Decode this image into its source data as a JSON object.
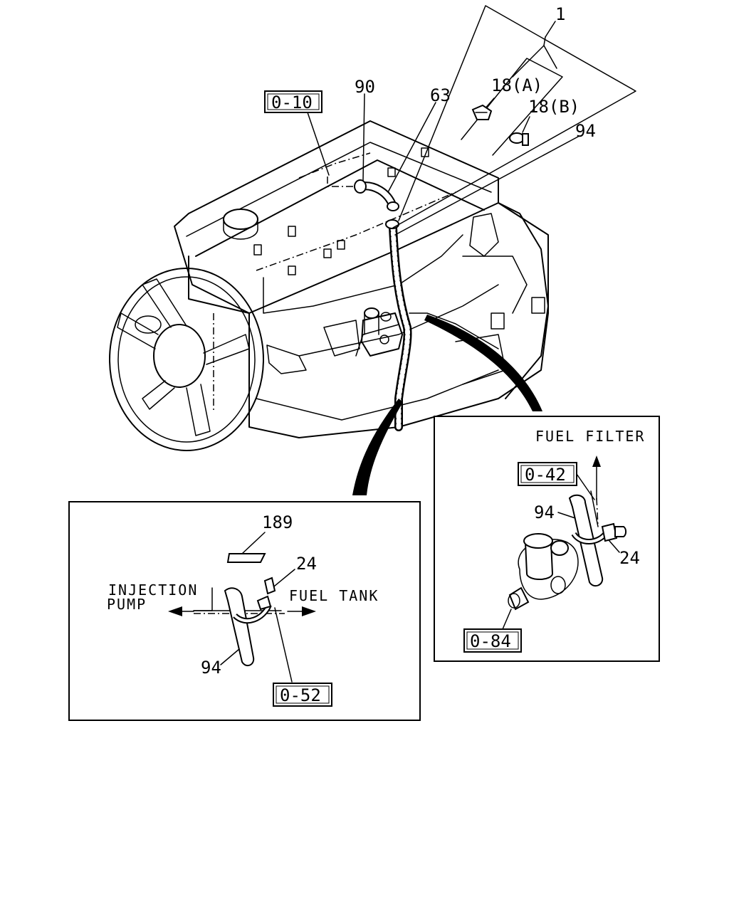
{
  "callouts": {
    "c1": "1",
    "c18a": "18(A)",
    "c18b": "18(B)",
    "c63": "63",
    "c90": "90",
    "c94_main": "94",
    "c189": "189",
    "c24_left": "24",
    "c94_left": "94",
    "c94_right": "94",
    "c24_right": "24"
  },
  "refs": {
    "r010": "0-10",
    "r052": "0-52",
    "r042": "0-42",
    "r084": "0-84"
  },
  "captions": {
    "injection_line1": "INJECTION",
    "injection_line2": "PUMP",
    "fuel_tank": "FUEL TANK",
    "fuel_filter": "FUEL FILTER"
  }
}
